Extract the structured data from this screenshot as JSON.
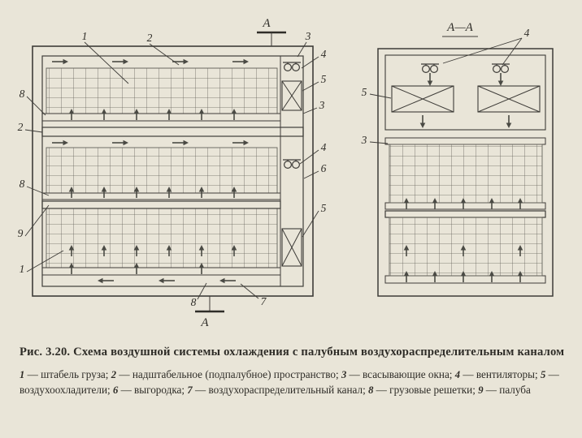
{
  "page": {
    "background": "#e9e5d8"
  },
  "labels": {
    "n1": "1",
    "n2": "2",
    "n3": "3",
    "n4": "4",
    "n5": "5",
    "n6": "6",
    "n7": "7",
    "n8": "8",
    "n9": "9",
    "section_mark": "А",
    "section_title": "А—А"
  },
  "caption": {
    "title": "Рис. 3.20. Схема воздушной системы охлаждения с палубным воздухораспределительным каналом",
    "legend": [
      {
        "num": "1",
        "text": " — штабель груза; "
      },
      {
        "num": "2",
        "text": " — надштабельное (подпалубное) пространство; "
      },
      {
        "num": "3",
        "text": " — всасывающие окна; "
      },
      {
        "num": "4",
        "text": " — вентиляторы; "
      },
      {
        "num": "5",
        "text": " — воздухоохладители; "
      },
      {
        "num": "6",
        "text": " — выгородка; "
      },
      {
        "num": "7",
        "text": " — воздухораспределительный канал; "
      },
      {
        "num": "8",
        "text": " — грузовые решетки; "
      },
      {
        "num": "9",
        "text": " — палуба"
      }
    ]
  }
}
